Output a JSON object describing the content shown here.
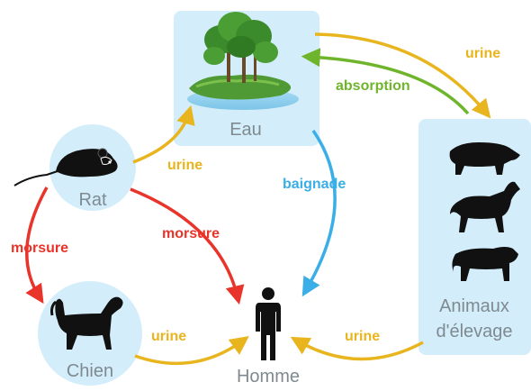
{
  "colors": {
    "urine": "#e8b51e",
    "absorption": "#6fb52c",
    "morsure": "#e8342a",
    "baignade": "#3aaee6",
    "node_fill": "#d3eefa",
    "node_text": "#7f8a90"
  },
  "nodes": {
    "eau": {
      "label": "Eau",
      "icon": "island-with-trees-icon"
    },
    "rat": {
      "label": "Rat",
      "icon": "rat-icon"
    },
    "chien": {
      "label": "Chien",
      "icon": "dog-icon"
    },
    "homme": {
      "label": "Homme",
      "icon": "human-icon"
    },
    "animaux": {
      "label_line1": "Animaux",
      "label_line2": "d'élevage",
      "icons": [
        "boar-icon",
        "horse-icon",
        "cow-icon"
      ]
    }
  },
  "edges": {
    "eau_animaux": "urine",
    "animaux_eau": "absorption",
    "rat_eau": "urine",
    "eau_homme": "baignade",
    "rat_chien": "morsure",
    "rat_homme": "morsure",
    "chien_homme": "urine",
    "animaux_homme": "urine"
  }
}
